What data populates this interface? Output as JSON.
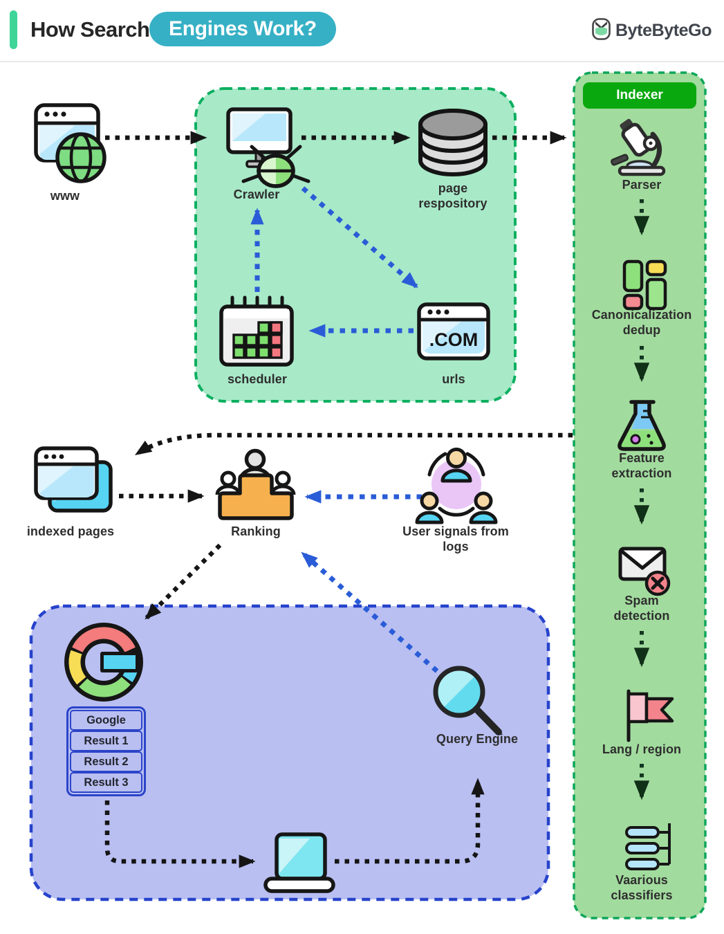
{
  "header": {
    "title": "How Search",
    "title_highlight": "Engines Work?",
    "brand": "ByteByteGo"
  },
  "diagram": {
    "www": {
      "label": "www"
    },
    "crawler_box": {
      "crawler": "Crawler",
      "page_repository": "page respository",
      "scheduler": "scheduler",
      "urls": "urls",
      "urls_icon_text": ".COM"
    },
    "indexer": {
      "title": "Indexer",
      "steps": [
        {
          "label": "Parser",
          "icon": "microscope-icon"
        },
        {
          "label": "Canonicalization dedup",
          "icon": "blocks-icon"
        },
        {
          "label": "Feature extraction",
          "icon": "flask-icon"
        },
        {
          "label": "Spam detection",
          "icon": "spam-mail-icon"
        },
        {
          "label": "Lang / region",
          "icon": "flag-icon"
        },
        {
          "label": "Vaarious classifiers",
          "icon": "classifiers-icon"
        }
      ]
    },
    "middle": {
      "indexed_pages": "indexed pages",
      "ranking": "Ranking",
      "user_signals": "User signals from logs"
    },
    "results_box": {
      "rows": [
        "Google",
        "Result 1",
        "Result 2",
        "Result 3"
      ],
      "query_engine": "Query Engine"
    }
  },
  "colors": {
    "header_accent": "#3fd598",
    "header_pill": "#36b0c5",
    "crawler_box_fill": "#a8e9c8",
    "crawler_box_border": "#0caf60",
    "indexer_fill": "#a2db9e",
    "indexer_border": "#0ea65a",
    "indexer_header": "#09a80f",
    "results_box_fill": "#b9bff1",
    "results_box_border": "#2643cb",
    "arrow_black": "#151515",
    "arrow_blue": "#2a5cd7",
    "arrow_dark_green": "#113018"
  }
}
